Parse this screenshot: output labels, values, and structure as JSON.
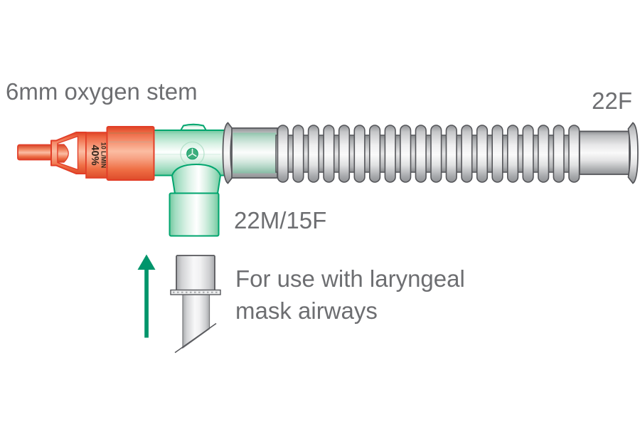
{
  "diagram": {
    "labels": {
      "oxygen_stem": "6mm oxygen stem",
      "right_connector": "22F",
      "tpiece_port": "22M/15F",
      "note_line1": "For use with laryngeal",
      "note_line2": "mask airways"
    },
    "oxygen_stem_markings": {
      "percent": "40%",
      "flow": "10 L/MIN"
    },
    "colors": {
      "label_text": "#6D6E71",
      "orange_fill": "#F26649",
      "orange_outline": "#E23E28",
      "green_fill": "#BDE6CE",
      "green_outline": "#00A56E",
      "gray_fill": "#D8D9DB",
      "gray_outline": "#55565A",
      "arrow_green": "#00956B",
      "marking_text": "#30231A"
    }
  }
}
